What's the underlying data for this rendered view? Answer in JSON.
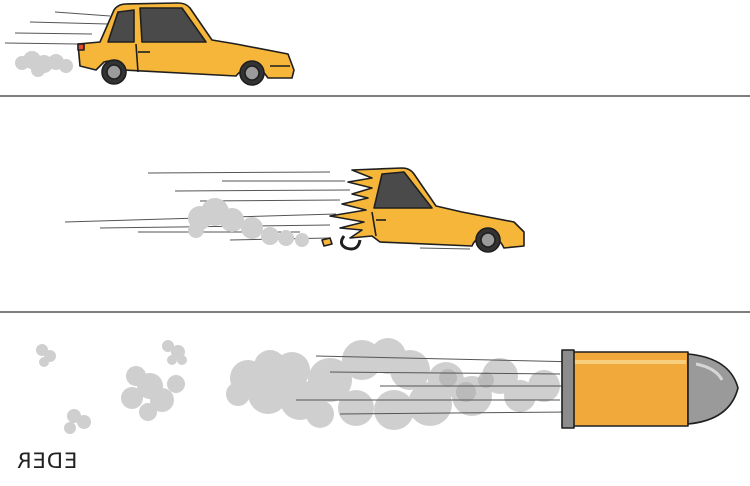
{
  "comic": {
    "signature": "EDER",
    "panels": [
      {
        "subject": "car",
        "state": "driving fast, exhaust puffs"
      },
      {
        "subject": "car",
        "state": "rear half disintegrating at speed"
      },
      {
        "subject": "bullet",
        "state": "car transformed into a bullet with smoke trail"
      }
    ],
    "colors": {
      "car_body": "#F6B63A",
      "car_outline": "#1f1f1f",
      "window": "#4a4a4a",
      "smoke": "#cfcfcf",
      "bullet_casing": "#F2A93B",
      "bullet_tip": "#9a9a9a",
      "speed_lines": "#555555",
      "divider": "#333333"
    }
  }
}
